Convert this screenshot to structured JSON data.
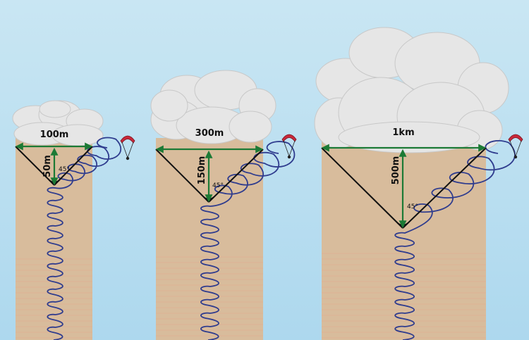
{
  "diagram": {
    "colors": {
      "sky_top": "#c9e6f3",
      "sky_bottom": "#add8ee",
      "column": "#d8bc9c",
      "column_stripe": "#e6a58a",
      "cloud": "#e6e6e6",
      "cloud_shadow": "#c8c8c8",
      "triangle_line": "#111111",
      "arrow": "#1c7a35",
      "spiral": "#2f3c8e",
      "glider_wing": "#c8283a"
    },
    "thermals": [
      {
        "width_label": "100m",
        "height_label": "50m",
        "angle_label": "45°"
      },
      {
        "width_label": "300m",
        "height_label": "150m",
        "angle_label": "45°"
      },
      {
        "width_label": "1km",
        "height_label": "500m",
        "angle_label": "45°"
      }
    ],
    "icons": [
      "cloud-icon",
      "paraglider-icon",
      "thermal-spiral-icon"
    ]
  }
}
